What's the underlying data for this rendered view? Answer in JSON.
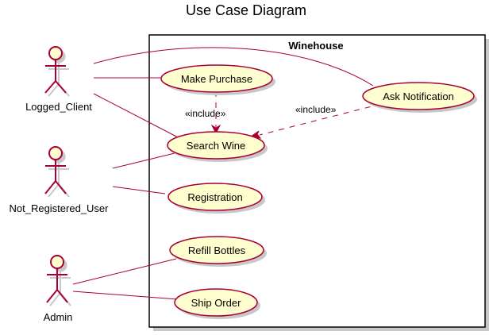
{
  "diagram": {
    "title": "Use Case Diagram",
    "system": "Winehouse",
    "actors": [
      {
        "id": "logged",
        "name": "Logged_Client"
      },
      {
        "id": "notreg",
        "name": "Not_Registered_User"
      },
      {
        "id": "admin",
        "name": "Admin"
      }
    ],
    "use_cases": [
      {
        "id": "purchase",
        "label": "Make Purchase"
      },
      {
        "id": "search",
        "label": "Search Wine"
      },
      {
        "id": "notify",
        "label": "Ask Notification"
      },
      {
        "id": "registration",
        "label": "Registration"
      },
      {
        "id": "refill",
        "label": "Refill Bottles"
      },
      {
        "id": "ship",
        "label": "Ship Order"
      }
    ],
    "associations": [
      {
        "actor": "logged",
        "use_case": "notify"
      },
      {
        "actor": "logged",
        "use_case": "purchase"
      },
      {
        "actor": "logged",
        "use_case": "search"
      },
      {
        "actor": "notreg",
        "use_case": "search"
      },
      {
        "actor": "notreg",
        "use_case": "registration"
      },
      {
        "actor": "admin",
        "use_case": "refill"
      },
      {
        "actor": "admin",
        "use_case": "ship"
      }
    ],
    "includes": [
      {
        "from": "purchase",
        "to": "search",
        "label": "«include»"
      },
      {
        "from": "notify",
        "to": "search",
        "label": "«include»"
      }
    ],
    "colors": {
      "use_case_fill": "#FEFECE",
      "border": "#A80036"
    }
  }
}
